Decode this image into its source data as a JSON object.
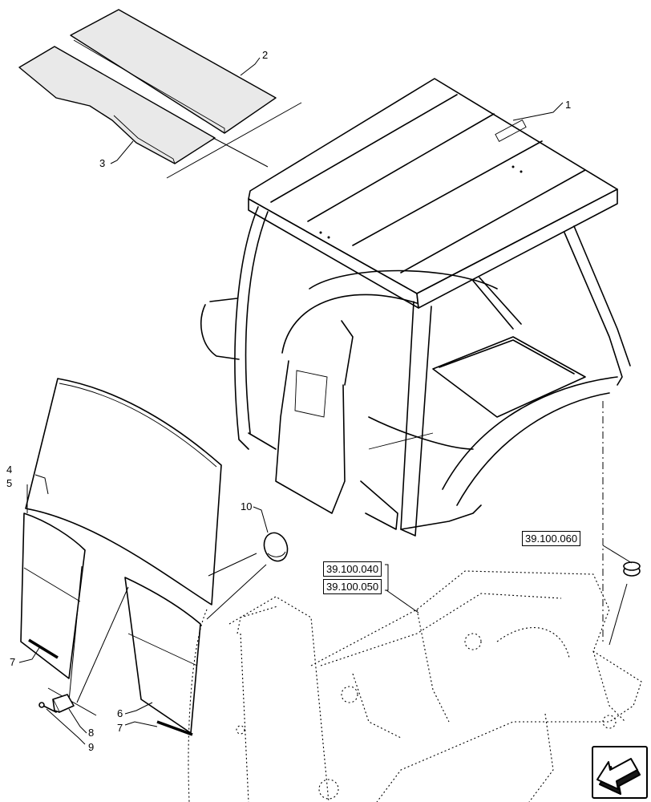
{
  "callouts": {
    "c1": "1",
    "c2": "2",
    "c3": "3",
    "c4": "4",
    "c5": "5",
    "c6": "6",
    "c7a": "7",
    "c7b": "7",
    "c8": "8",
    "c9": "9",
    "c10": "10"
  },
  "references": {
    "ref_060": "39.100.060",
    "ref_040": "39.100.040",
    "ref_050": "39.100.050"
  },
  "navigation": {
    "icon": "arrow-down-left-icon"
  },
  "colors": {
    "line": "#000000",
    "background": "#ffffff"
  }
}
